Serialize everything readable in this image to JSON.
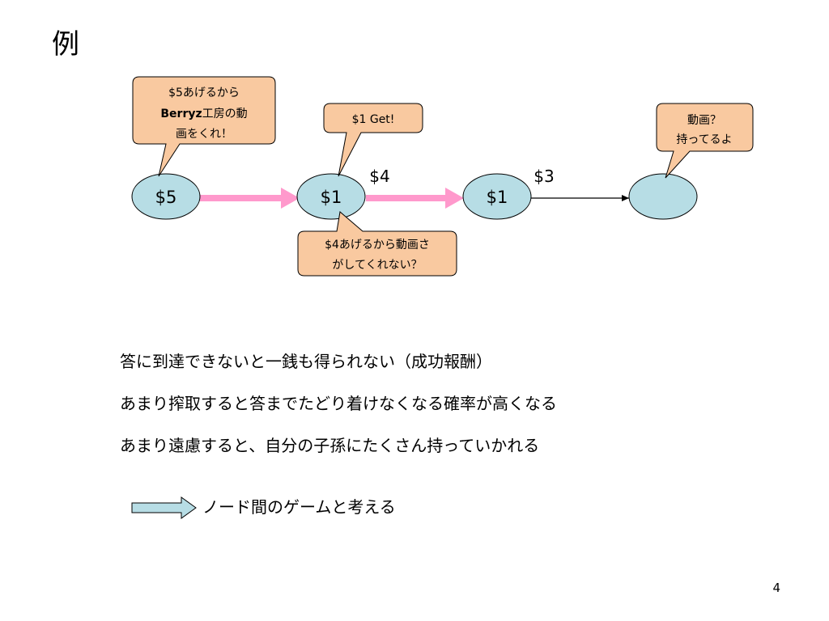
{
  "slide": {
    "title": "例",
    "page_number": "4"
  },
  "colors": {
    "node_fill": "#b7dde5",
    "callout_fill": "#f9c9a0",
    "thick_arrow": "#ff99cc",
    "conclusion_arrow_fill": "#b7dde5"
  },
  "diagram": {
    "nodes": [
      {
        "label": "$5"
      },
      {
        "label": "$1"
      },
      {
        "label": "$1"
      },
      {
        "label": ""
      }
    ],
    "edge_labels": [
      "$4",
      "$3"
    ],
    "callouts": [
      {
        "lines": [
          "$5あげるから",
          "Berryz工房の動",
          "画をくれ！"
        ],
        "bold_prefix": "Berryz"
      },
      {
        "lines": [
          "$1 Get!"
        ]
      },
      {
        "lines": [
          "動画？",
          "持ってるよ"
        ]
      },
      {
        "lines": [
          "$4あげるから動画さ",
          "がしてくれない？"
        ]
      }
    ]
  },
  "bullets": [
    "答に到達できないと一銭も得られない（成功報酬）",
    "あまり搾取すると答までたどり着けなくなる確率が高くなる",
    "あまり遠慮すると、自分の子孫にたくさん持っていかれる"
  ],
  "conclusion": {
    "arrow_icon": "right-block-arrow-icon",
    "text": "ノード間のゲームと考える"
  }
}
